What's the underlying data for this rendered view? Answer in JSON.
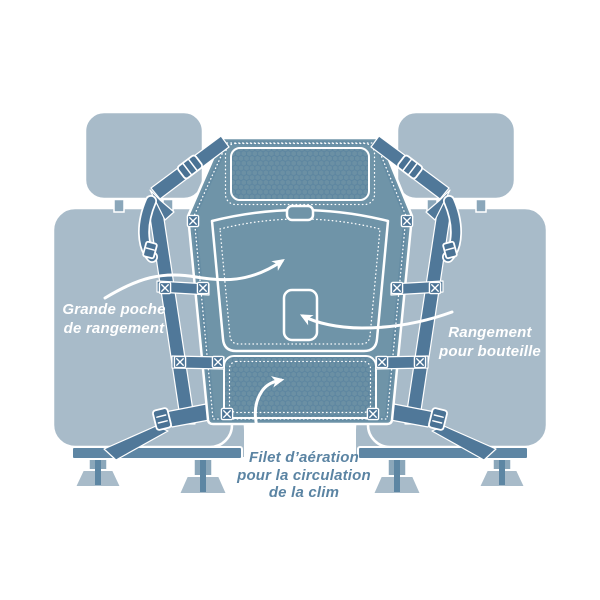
{
  "labels": {
    "storage_pocket": {
      "lines": [
        "Grande poche",
        "de rangement"
      ]
    },
    "bottle_storage": {
      "lines": [
        "Rangement",
        "pour bouteille"
      ]
    },
    "ventilation_mesh": {
      "lines": [
        "Filet d’aération",
        "pour la circulation",
        "de la clim"
      ]
    }
  },
  "colors": {
    "bg": "#ffffff",
    "seat": "#a8bbc9",
    "panel": "#6f94a8",
    "panel_shade": "#6b90a4",
    "mesh_line": "#5c85a0",
    "strap": "#507899",
    "hardware": "#4a7294",
    "rail": "#5e86a4",
    "leg_dark": "#5d86a3",
    "outline": "#ffffff",
    "label_light": "#ffffff",
    "label_dark": "#5b84a3"
  }
}
